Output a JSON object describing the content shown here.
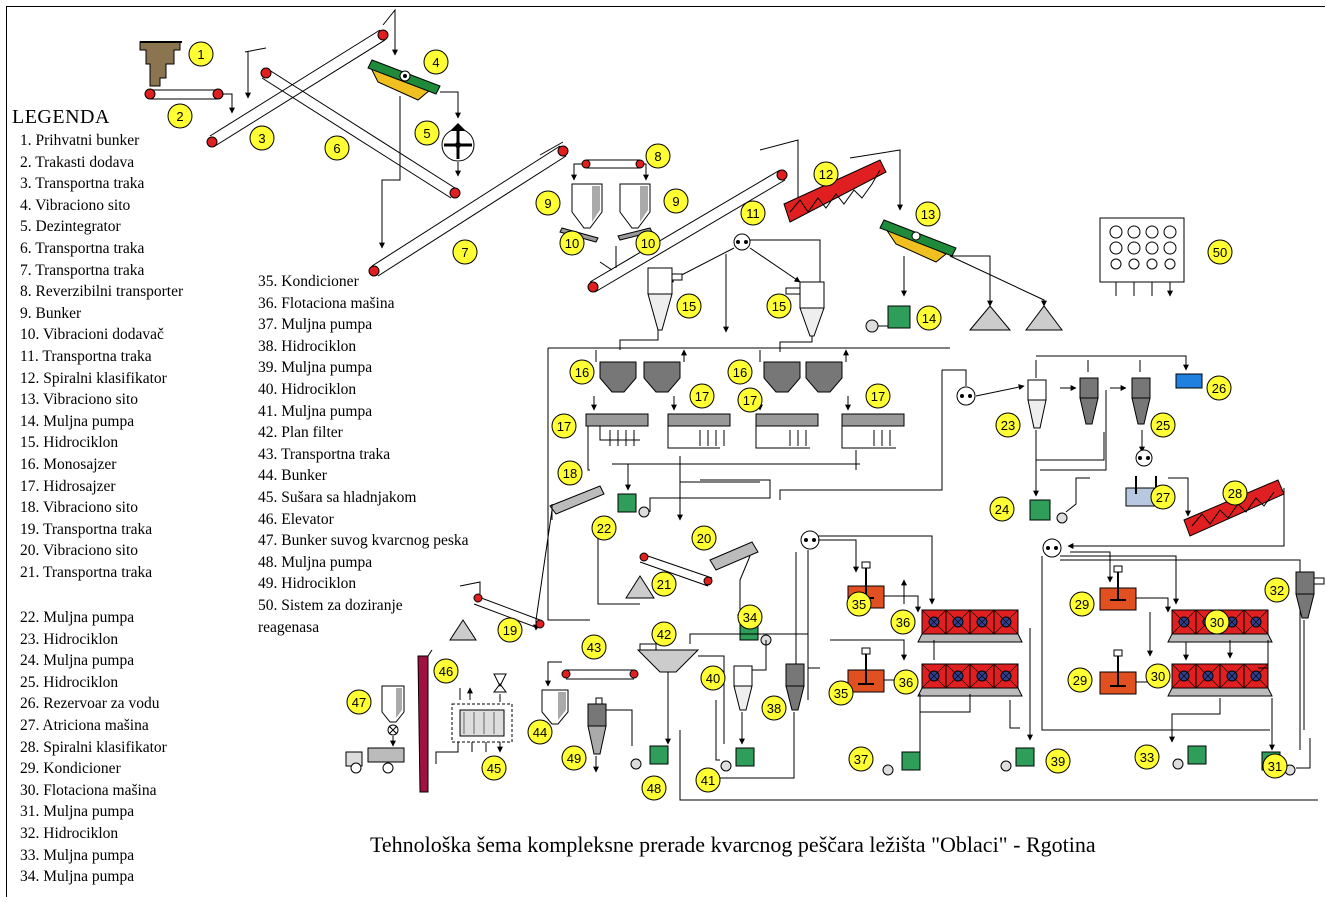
{
  "legend": {
    "title": "LEGENDA",
    "col1": [
      "1. Prihvatni bunker",
      "2. Trakasti dodava",
      "3. Transportna traka",
      "4. Vibraciono sito",
      "5. Dezintegrator",
      "6. Transportna traka",
      "7. Transportna traka",
      "8. Reverzibilni transporter",
      "9. Bunker",
      "10. Vibracioni dodavač",
      "11. Transportna traka",
      "12. Spiralni klasifikator",
      "13. Vibraciono sito",
      "14. Muljna pumpa",
      "15. Hidrociklon",
      "16. Monosajzer",
      "17. Hidrosajzer",
      "18. Vibraciono sito",
      "19. Transportna traka",
      "20. Vibraciono sito",
      "21. Transportna traka"
    ],
    "col1b": [
      "22. Muljna pumpa",
      "23. Hidrociklon",
      "24. Muljna pumpa",
      "25. Hidrociklon",
      "26. Rezervoar za vodu",
      "27. Atriciona mašina",
      "28. Spiralni klasifikator",
      "29. Kondicioner",
      "30. Flotaciona mašina",
      "31. Muljna pumpa",
      "32. Hidrociklon",
      "33. Muljna pumpa",
      "34. Muljna pumpa"
    ],
    "col2": [
      "35. Kondicioner",
      "36. Flotaciona mašina",
      "37. Muljna pumpa",
      "38. Hidrociklon",
      "39. Muljna pumpa",
      "40. Hidrociklon",
      "41. Muljna pumpa",
      "42. Plan filter",
      "43. Transportna traka",
      "44. Bunker",
      "45. Sušara sa hladnjakom",
      "46. Elevator",
      "47. Bunker suvog kvarcnog peska",
      "48. Muljna pumpa",
      "49. Hidrociklon",
      "50. Sistem za doziranje",
      "reagenasa"
    ]
  },
  "markers": [
    "1",
    "2",
    "3",
    "4",
    "5",
    "6",
    "7",
    "8",
    "9",
    "9",
    "10",
    "10",
    "11",
    "12",
    "13",
    "14",
    "15",
    "15",
    "16",
    "16",
    "17",
    "17",
    "17",
    "17",
    "18",
    "19",
    "20",
    "21",
    "22",
    "23",
    "24",
    "25",
    "26",
    "27",
    "28",
    "29",
    "29",
    "30",
    "30",
    "31",
    "32",
    "33",
    "34",
    "35",
    "35",
    "36",
    "36",
    "37",
    "38",
    "39",
    "40",
    "41",
    "42",
    "43",
    "44",
    "45",
    "46",
    "47",
    "48",
    "49",
    "50"
  ],
  "caption": "Tehnološka šema kompleksne prerade kvarcnog peščara  ležišta \"Oblaci\" - Rgotina",
  "colors": {
    "marker": "#ffff33",
    "belt_end": "#e02020",
    "screen_green": "#1f8a3a",
    "screen_yellow": "#f0c020",
    "pump": "#2e9e5a",
    "spiral": "#e02020",
    "flotation": "#e05020",
    "water": "#2080e0",
    "elevator": "#a01040"
  }
}
